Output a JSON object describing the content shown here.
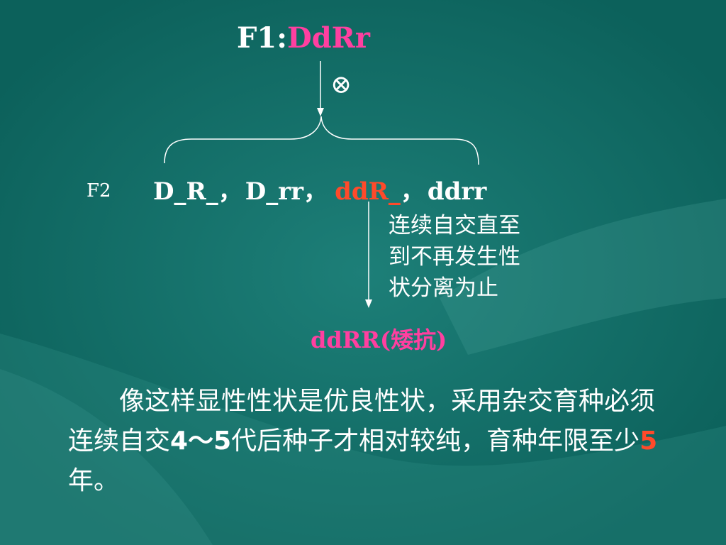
{
  "diagram": {
    "f1_prefix": "F1:",
    "f1_genotype": "DdRr",
    "self_cross_symbol": "⊗",
    "f2_label": "F2",
    "f2_genotypes": [
      {
        "text": "D_R_，",
        "color": "#ffffff"
      },
      {
        "text": "D_rr，",
        "color": "#ffffff"
      },
      {
        "text": "ddR_",
        "color": "#ff4a2a"
      },
      {
        "text": "，",
        "color": "#ffffff"
      },
      {
        "text": "ddrr",
        "color": "#ffffff"
      }
    ],
    "note_lines": [
      "连续自交直至",
      "到不再发生性",
      "状分离为止"
    ],
    "result": "ddRR(矮抗)"
  },
  "paragraph": {
    "part1": "　　像这样显性性状是优良性状，采用杂交育种必须连续自交",
    "num1": "4～5",
    "part2": "代后种子才相对较纯，育种年限至少",
    "num2": "5",
    "part3": "年。"
  },
  "colors": {
    "background": "#0f6a64",
    "pink": "#ff3fa0",
    "red": "#ff4a2a"
  }
}
